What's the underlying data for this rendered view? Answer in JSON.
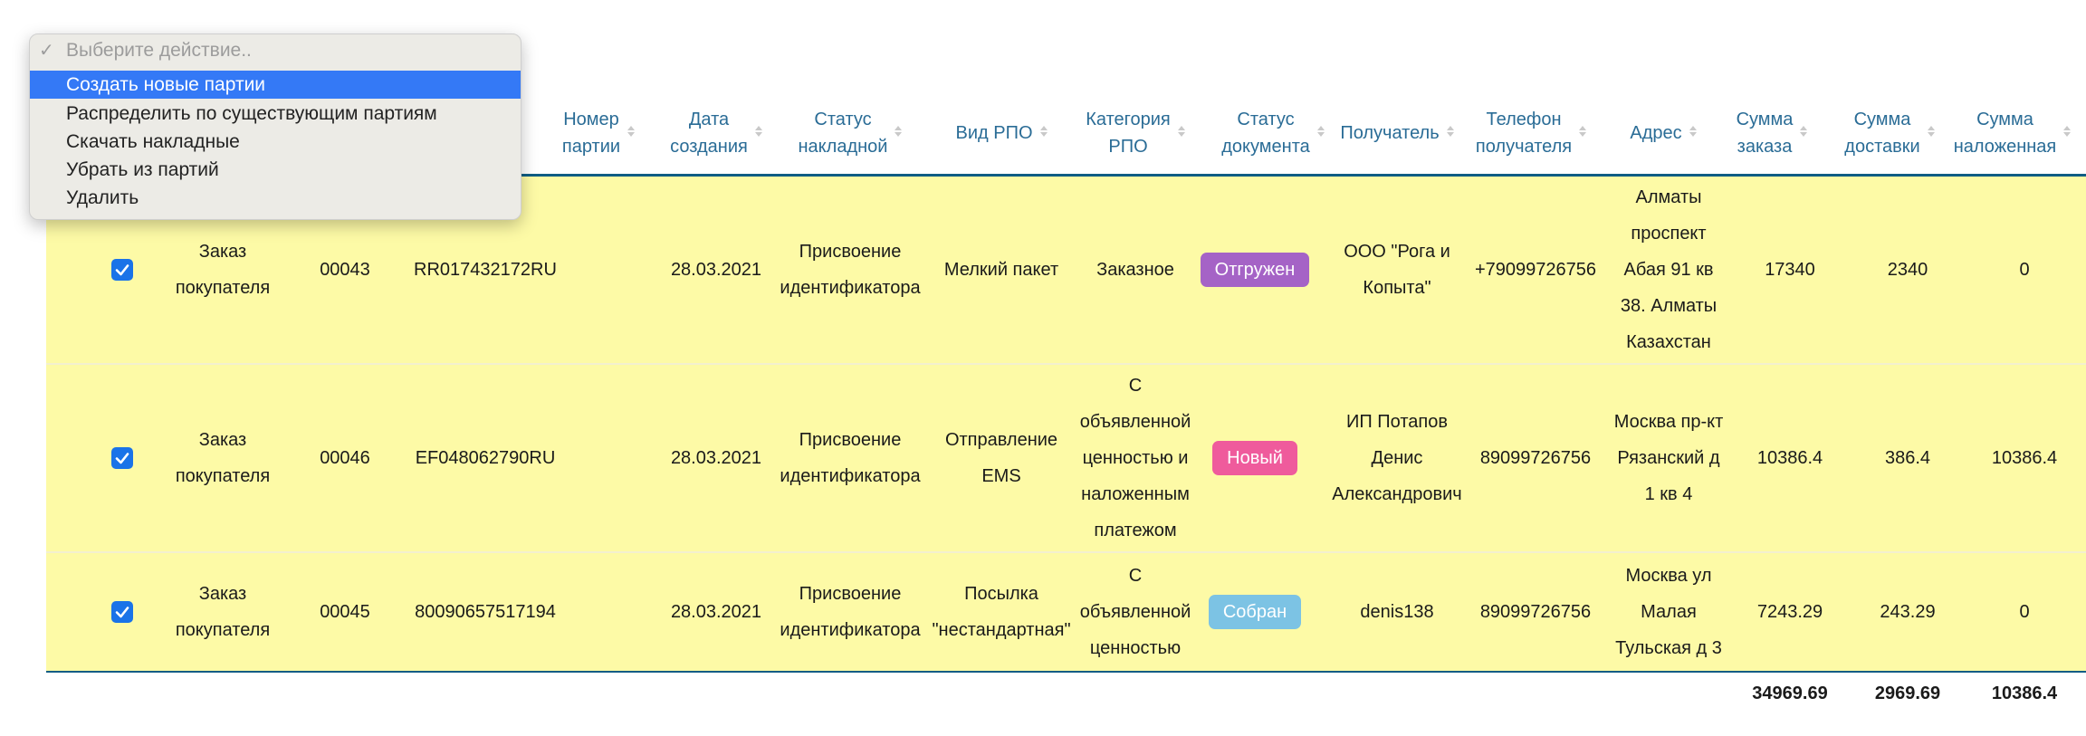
{
  "action_menu": {
    "placeholder": "Выберите действие..",
    "items": [
      {
        "label": "Создать новые партии",
        "selected": true
      },
      {
        "label": "Распределить по существующим партиям",
        "selected": false
      },
      {
        "label": "Скачать накладные",
        "selected": false
      },
      {
        "label": "Убрать из партий",
        "selected": false
      },
      {
        "label": "Удалить",
        "selected": false
      }
    ]
  },
  "table": {
    "headers": {
      "party_number": "Номер\nпартии",
      "created_date": "Дата\nсоздания",
      "invoice_status": "Статус\nнакладной",
      "rpo_type": "Вид РПО",
      "rpo_category": "Категория\nРПО",
      "document_status": "Статус\nдокумента",
      "recipient": "Получатель",
      "recipient_phone": "Телефон\nполучателя",
      "address": "Адрес",
      "order_sum": "Сумма\nзаказа",
      "delivery_sum": "Сумма\nдоставки",
      "cod_sum": "Сумма\nналоженная"
    },
    "rows": [
      {
        "checked": true,
        "doc_type": "Заказ\nпокупателя",
        "number": "00043",
        "tracking": "RR017432172RU",
        "party_number": "",
        "created_date": "28.03.2021",
        "invoice_status": "Присвоение\nидентификатора",
        "rpo_type": "Мелкий пакет",
        "rpo_category": "Заказное",
        "document_status": "Отгружен",
        "recipient": "ООО \"Рога и\nКопыта\"",
        "recipient_phone": "+79099726756",
        "address": "Алматы\nпроспект\nАбая 91 кв\n38. Алматы\nКазахстан",
        "order_sum": "17340",
        "delivery_sum": "2340",
        "cod_sum": "0"
      },
      {
        "checked": true,
        "doc_type": "Заказ\nпокупателя",
        "number": "00046",
        "tracking": "EF048062790RU",
        "party_number": "",
        "created_date": "28.03.2021",
        "invoice_status": "Присвоение\nидентификатора",
        "rpo_type": "Отправление\nEMS",
        "rpo_category": "С\nобъявленной\nценностью и\nналоженным\nплатежом",
        "document_status": "Новый",
        "recipient": "ИП Потапов\nДенис\nАлександрович",
        "recipient_phone": "89099726756",
        "address": "Москва пр-кт\nРязанский д\n1 кв 4",
        "order_sum": "10386.4",
        "delivery_sum": "386.4",
        "cod_sum": "10386.4"
      },
      {
        "checked": true,
        "doc_type": "Заказ\nпокупателя",
        "number": "00045",
        "tracking": "80090657517194",
        "party_number": "",
        "created_date": "28.03.2021",
        "invoice_status": "Присвоение\nидентификатора",
        "rpo_type": "Посылка\n\"нестандартная\"",
        "rpo_category": "С\nобъявленной\nценностью",
        "document_status": "Собран",
        "recipient": "denis138",
        "recipient_phone": "89099726756",
        "address": "Москва ул\nМалая\nТульская д 3",
        "order_sum": "7243.29",
        "delivery_sum": "243.29",
        "cod_sum": "0"
      }
    ],
    "totals": {
      "order_sum": "34969.69",
      "delivery_sum": "2969.69",
      "cod_sum": "10386.4"
    }
  },
  "colors": {
    "header_text": "#2a6c96",
    "row_highlight": "#fdfaa6",
    "badge_shipped": "#a563c6",
    "badge_new": "#ef5b9c",
    "badge_assembled": "#7cc3e4",
    "menu_selected": "#3479f6"
  }
}
